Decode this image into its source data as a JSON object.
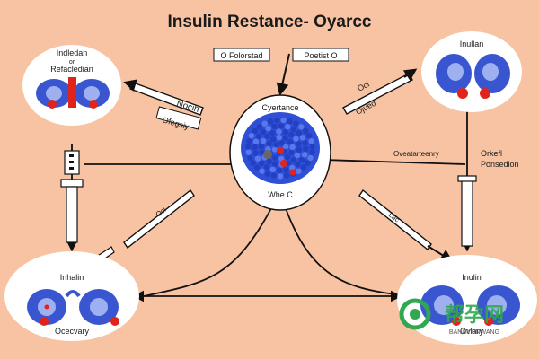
{
  "title": "Insulin Restance- Oyarcc",
  "top_labels": {
    "left": "O Folorstad",
    "right": "Poetist O"
  },
  "center_node": {
    "label_top": "Cyertance",
    "label_bottom": "Whe C"
  },
  "top_left_node": {
    "line1": "Indledan",
    "line2": "or",
    "line3": "Refacledian"
  },
  "top_right_node": {
    "label": "Inullan"
  },
  "bottom_left_node": {
    "label_top": "Inhalin",
    "label_bottom": "Ocecvary"
  },
  "bottom_right_node": {
    "label_top": "Inulin",
    "label_bottom": "Ovlary"
  },
  "arrow_labels": {
    "upper_left_1": "Nocih",
    "upper_left_2": "Ofegsiy",
    "upper_right_1": "Ocl",
    "upper_right_2": "Ojued",
    "right_mid": "Oveatarteenry",
    "right_side_1": "Orkefl",
    "right_side_2": "Ponsedion",
    "lower_left": "Ocl",
    "lower_right": "Lac"
  },
  "watermark": {
    "chars": "帮孕网",
    "url": "BANGYUNWANG"
  },
  "colors": {
    "background": "#f7c3a2",
    "organ_blue": "#3a55d0",
    "organ_light": "#9fb0f0",
    "cell_blue": "#2f4fd6",
    "marker_red": "#e0231b",
    "watermark_green": "#2fa84f"
  }
}
